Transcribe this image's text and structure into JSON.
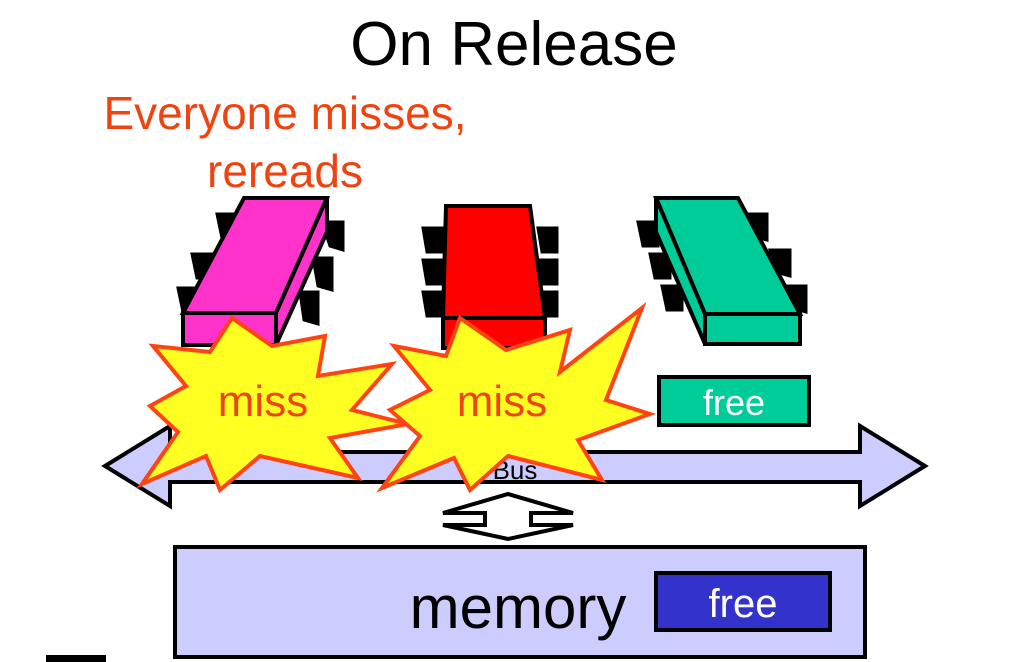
{
  "slide": {
    "title": "On Release",
    "subtitle_lines": [
      "Everyone misses,",
      "rereads"
    ]
  },
  "processors": [
    {
      "color": "#ff33cc",
      "status": "miss"
    },
    {
      "color": "#ff0000",
      "status": "miss"
    },
    {
      "color": "#00cc99",
      "status": "free"
    }
  ],
  "labels": {
    "bus": "Bus",
    "memory": "memory",
    "memory_state": "free"
  },
  "colors": {
    "accent_text": "#ee4411",
    "burst_fill": "#ffff22",
    "burst_stroke": "#ff4411",
    "bus_fill": "#ccccff",
    "memory_fill": "#ccccff",
    "memory_state_fill": "#3333cc",
    "cache_free_fill": "#00cc99"
  }
}
